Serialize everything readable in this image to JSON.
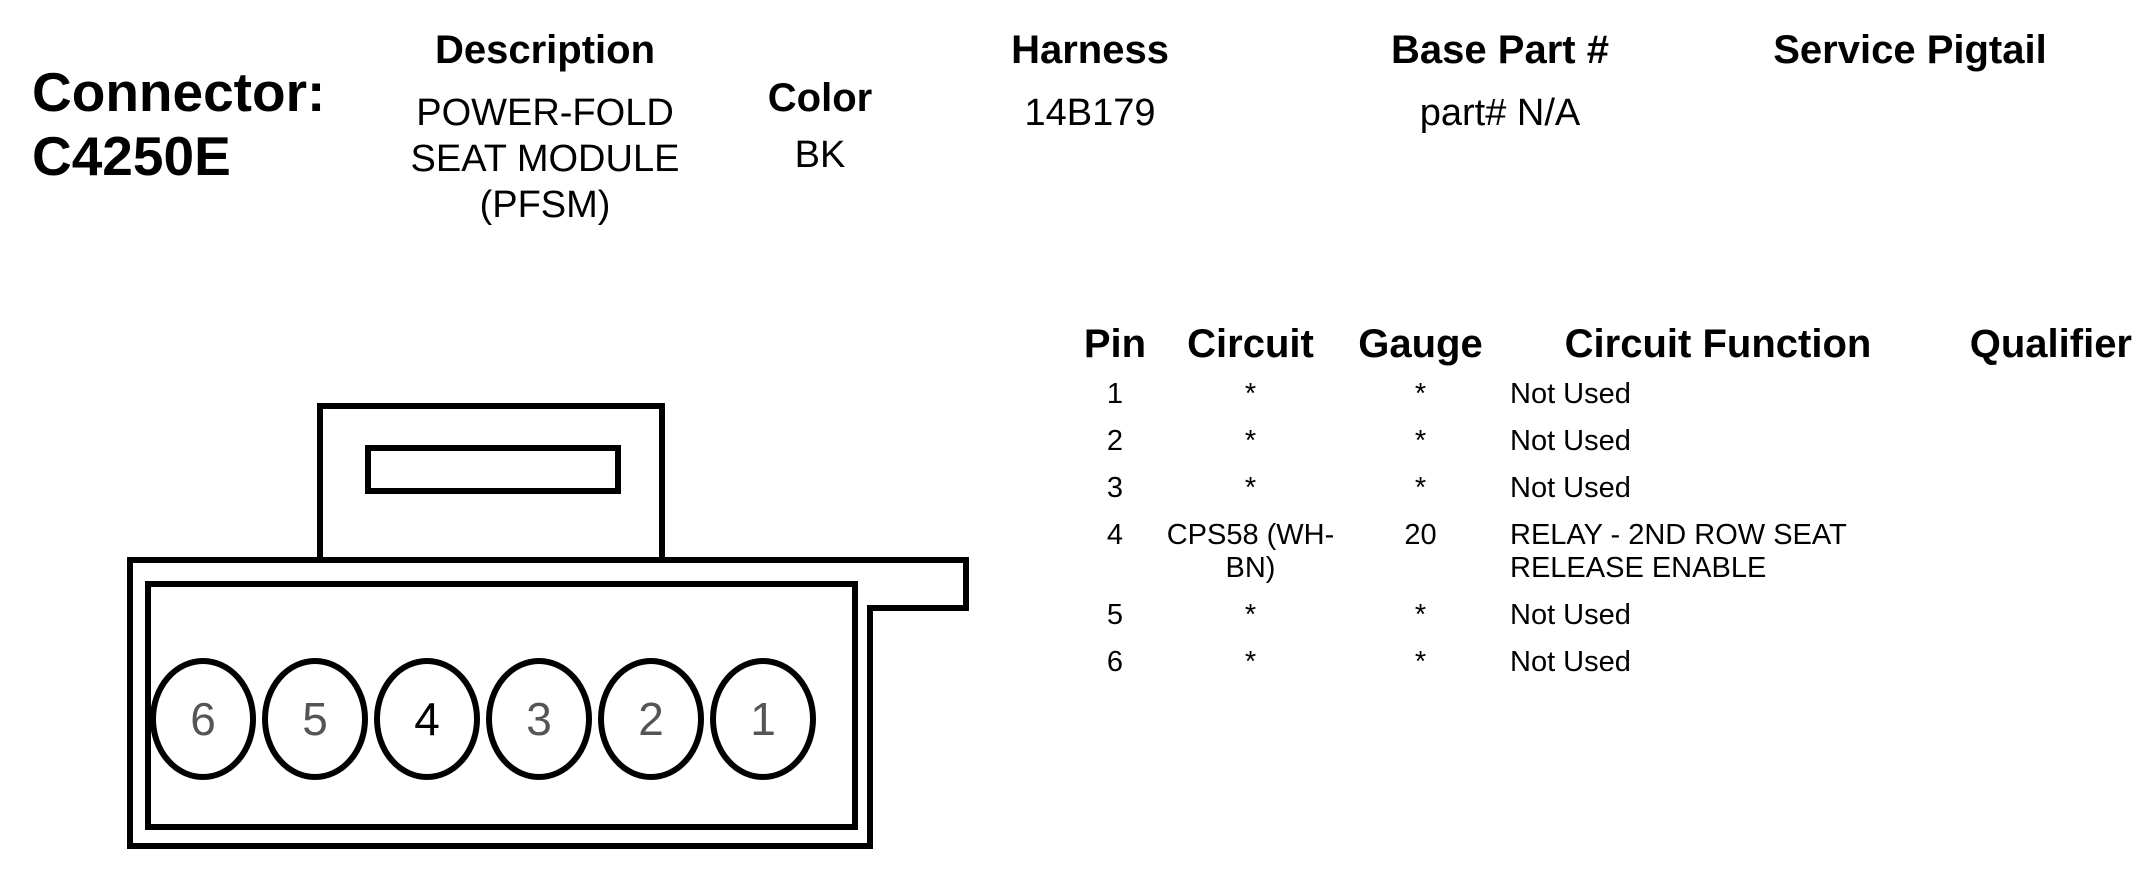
{
  "connector": {
    "label_line1": "Connector:",
    "label_line2": "C4250E"
  },
  "description": {
    "header": "Description",
    "line1": "POWER-FOLD",
    "line2": "SEAT MODULE",
    "line3": "(PFSM)"
  },
  "color": {
    "header": "Color",
    "value": "BK"
  },
  "harness": {
    "header": "Harness",
    "value": "14B179"
  },
  "base_part": {
    "header": "Base Part #",
    "value": "part# N/A"
  },
  "service_pigtail": {
    "header": "Service Pigtail",
    "value": ""
  },
  "pin_table": {
    "headers": {
      "pin": "Pin",
      "circuit": "Circuit",
      "gauge": "Gauge",
      "function": "Circuit Function",
      "qualifier": "Qualifier"
    },
    "rows": [
      {
        "pin": "1",
        "circuit": "*",
        "gauge": "*",
        "function": "Not Used",
        "qualifier": ""
      },
      {
        "pin": "2",
        "circuit": "*",
        "gauge": "*",
        "function": "Not Used",
        "qualifier": ""
      },
      {
        "pin": "3",
        "circuit": "*",
        "gauge": "*",
        "function": "Not Used",
        "qualifier": ""
      },
      {
        "pin": "4",
        "circuit": "CPS58 (WH-BN)",
        "gauge": "20",
        "function": "RELAY - 2ND ROW SEAT RELEASE ENABLE",
        "qualifier": ""
      },
      {
        "pin": "5",
        "circuit": "*",
        "gauge": "*",
        "function": "Not Used",
        "qualifier": ""
      },
      {
        "pin": "6",
        "circuit": "*",
        "gauge": "*",
        "function": "Not Used",
        "qualifier": ""
      }
    ]
  },
  "connector_face": {
    "pins": [
      {
        "label": "6",
        "populated": false
      },
      {
        "label": "5",
        "populated": false
      },
      {
        "label": "4",
        "populated": true
      },
      {
        "label": "3",
        "populated": false
      },
      {
        "label": "2",
        "populated": false
      },
      {
        "label": "1",
        "populated": false
      }
    ],
    "populated_color": "#000000",
    "empty_color": "#555555"
  }
}
